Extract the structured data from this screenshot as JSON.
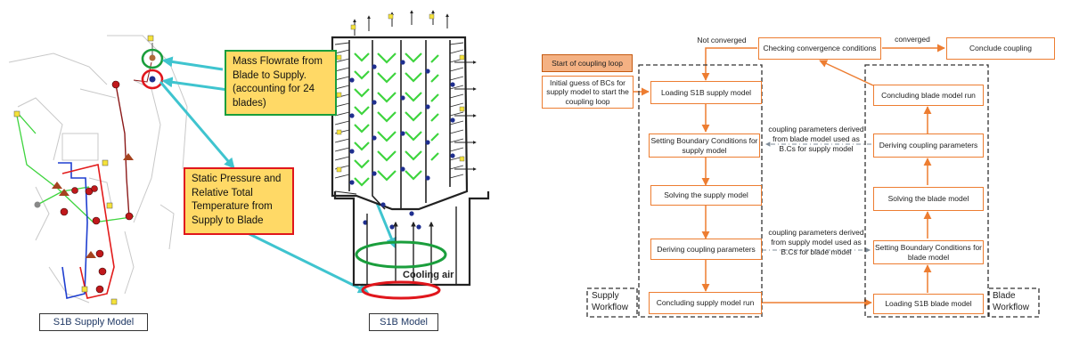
{
  "left": {
    "supply_model_tag": "S1B Supply Model",
    "blade_model_tag": "S1B Model",
    "callout_mass_flow": "Mass Flowrate from Blade to Supply. (accounting for 24 blades)",
    "callout_pressure": "Static Pressure and Relative Total Temperature from Supply to Blade",
    "cooling_air": "Cooling air"
  },
  "flowchart": {
    "start_label": "Start of coupling loop",
    "initial_guess": "Initial guess of BCs for supply model to start the coupling loop",
    "supply_steps": [
      "Loading S1B supply model",
      "Setting Boundary Conditions for supply model",
      "Solving the supply model",
      "Deriving coupling parameters",
      "Concluding supply model run"
    ],
    "blade_steps": [
      "Concluding blade model run",
      "Deriving coupling parameters",
      "Solving the blade model",
      "Setting Boundary Conditions for blade model",
      "Loading S1B blade model"
    ],
    "check_convergence": "Checking convergence conditions",
    "conclude_coupling": "Conclude coupling",
    "not_converged": "Not converged",
    "converged": "converged",
    "note_upper": "coupling parameters derived from blade model used as B.Cs for supply model",
    "note_lower": "coupling parameters derived from supply model used as B.Cs for blade model",
    "supply_workflow": "Supply Workflow",
    "blade_workflow": "Blade Workflow"
  },
  "colors": {
    "flow_orange": "#ed7d31",
    "start_fill": "#f4b183",
    "callout_fill": "#ffd966",
    "green": "#1a9e3c",
    "red": "#e0161c",
    "cyan_arrow": "#3fc4cf",
    "node_navy": "#1f2f8f",
    "node_red": "#c0181b"
  },
  "icons": [
    "network-node-icon",
    "arrow-head-icon"
  ]
}
